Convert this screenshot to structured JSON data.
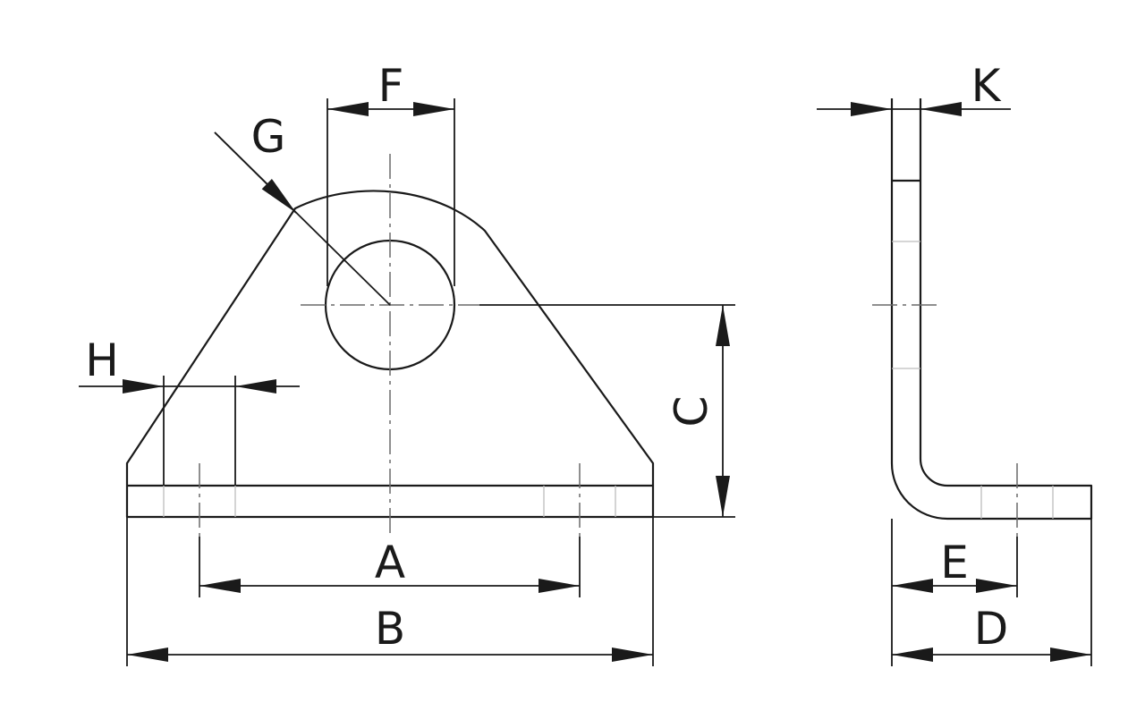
{
  "labels": {
    "a": "A",
    "b": "B",
    "c": "C",
    "d": "D",
    "e": "E",
    "f": "F",
    "g": "G",
    "h": "H",
    "k": "K"
  }
}
